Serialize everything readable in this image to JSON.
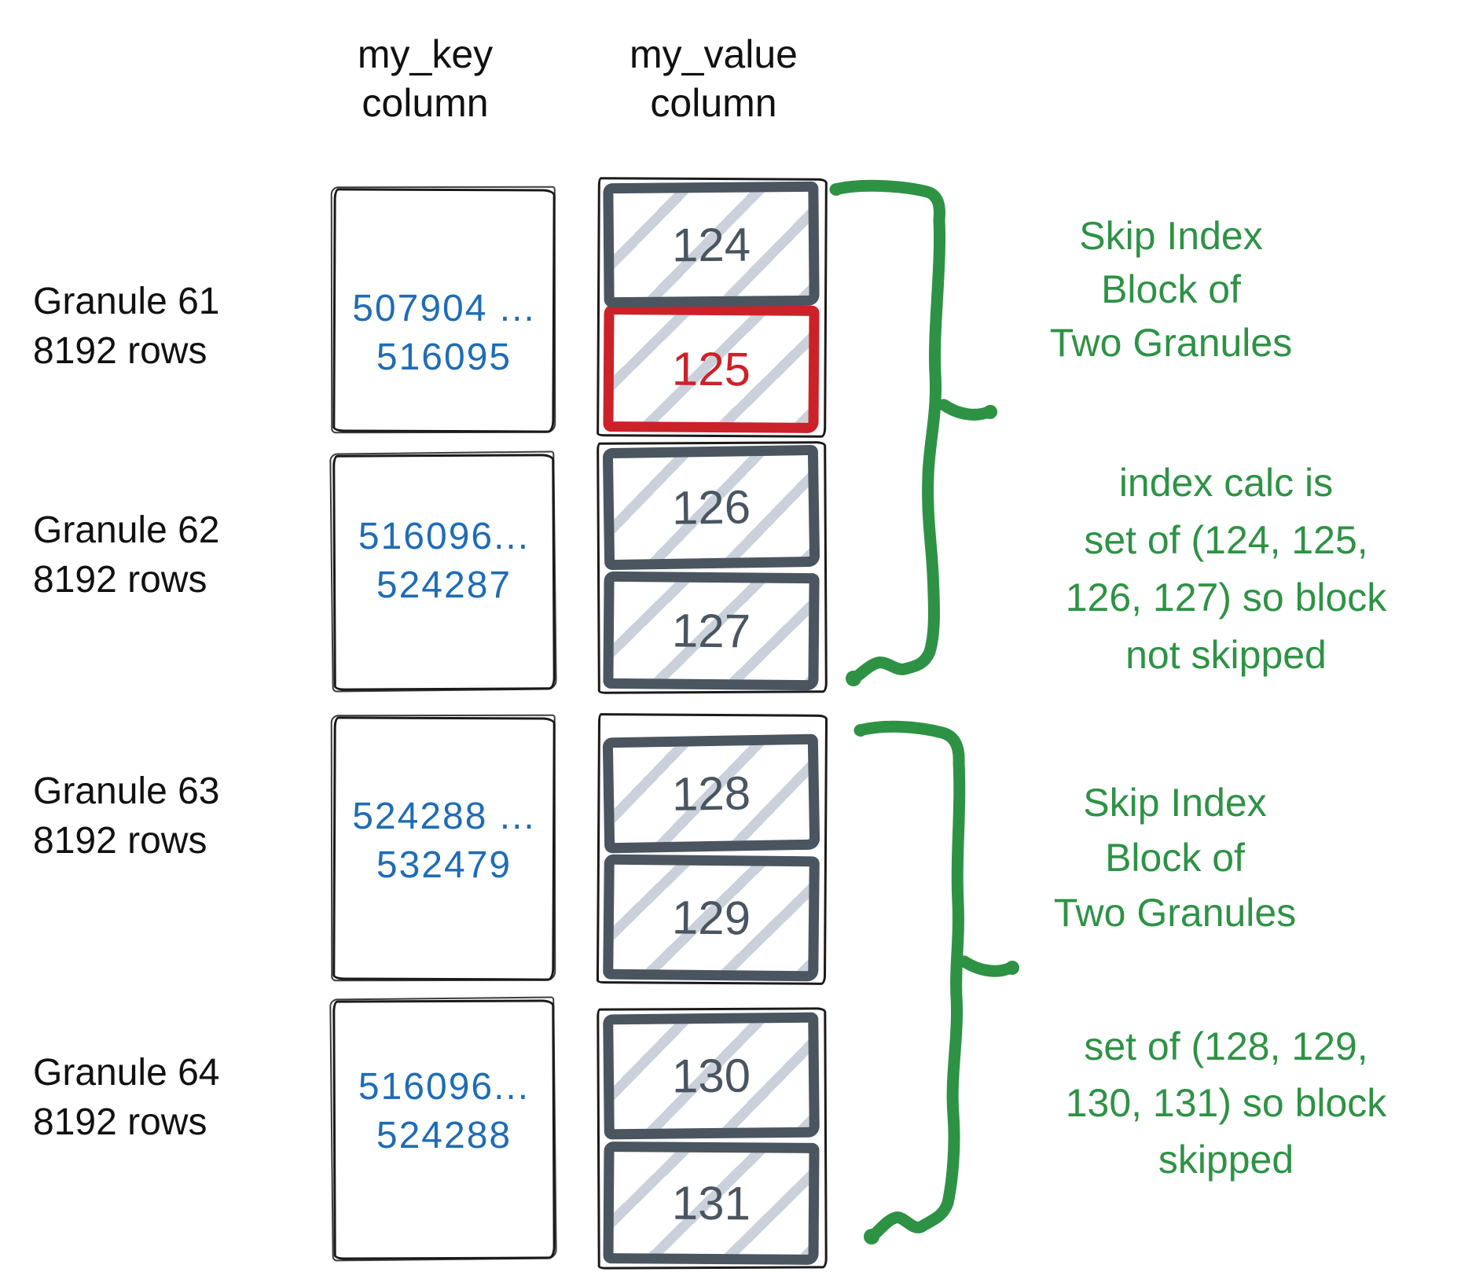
{
  "headers": {
    "key": {
      "line1": "my_key",
      "line2": "column"
    },
    "value": {
      "line1": "my_value",
      "line2": "column"
    }
  },
  "granules": [
    {
      "name": "Granule 61",
      "rows": "8192 rows",
      "key_from": "507904 ...",
      "key_to": "516095",
      "value_top": "124",
      "value_bottom": "125"
    },
    {
      "name": "Granule 62",
      "rows": "8192 rows",
      "key_from": "516096...",
      "key_to": "524287",
      "value_top": "126",
      "value_bottom": "127"
    },
    {
      "name": "Granule 63",
      "rows": "8192 rows",
      "key_from": "524288 ...",
      "key_to": "532479",
      "value_top": "128",
      "value_bottom": "129"
    },
    {
      "name": "Granule 64",
      "rows": "8192 rows",
      "key_from": "516096...",
      "key_to": "524288",
      "value_top": "130",
      "value_bottom": "131"
    }
  ],
  "annotations": {
    "skip1": {
      "line1": "Skip Index",
      "line2": "Block of",
      "line3": "Two Granules"
    },
    "calc1": {
      "line1": "index calc is",
      "line2": "set of (124, 125,",
      "line3": "126, 127) so block",
      "line4": "not skipped"
    },
    "skip2": {
      "line1": "Skip Index",
      "line2": "Block of",
      "line3": "Two Granules"
    },
    "calc2": {
      "line1": "set of (128, 129,",
      "line2": "130, 131) so block",
      "line3": "skipped"
    }
  },
  "highlighted_block": "125",
  "colors": {
    "key_range_text": "#1f6cb5",
    "value_block_border": "#4a5560",
    "value_block_text": "#4a5560",
    "highlight_border": "#cb2229",
    "highlight_text": "#cb2229",
    "annotation_green": "#2e9245",
    "hatch_stripe": "#cad1db",
    "sketch_black": "#1a1a1a"
  }
}
